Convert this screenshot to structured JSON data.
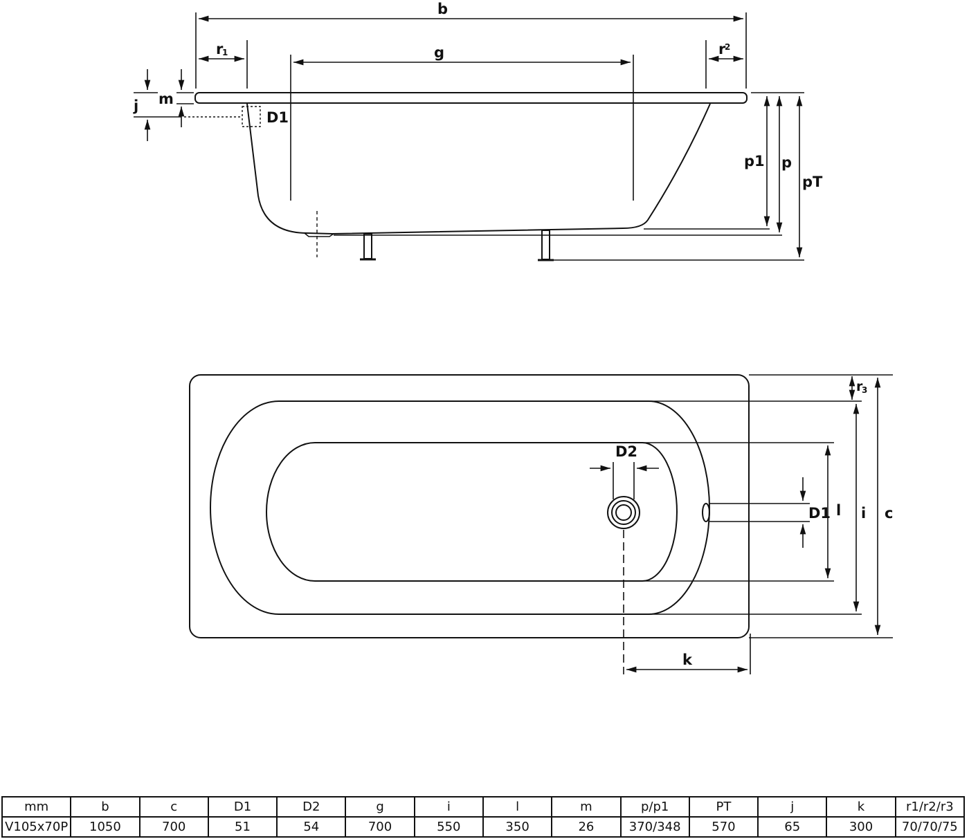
{
  "labels": {
    "b": "b",
    "r1": "r",
    "r1_sub": "1",
    "r2": "r",
    "r2_sup": "2",
    "g": "g",
    "m": "m",
    "j": "j",
    "d1": "D1",
    "p1": "p1",
    "p": "p",
    "pt": "pT",
    "r3": "r",
    "r3_sub": "3",
    "d2": "D2",
    "d1_plan": "D1",
    "l": "l",
    "i": "i",
    "c": "c",
    "k": "k"
  },
  "table": {
    "headers": [
      "mm",
      "b",
      "c",
      "D1",
      "D2",
      "g",
      "i",
      "l",
      "m",
      "p/p1",
      "PT",
      "j",
      "k",
      "r1/r2/r3"
    ],
    "rows": [
      [
        "V105x70P",
        "1050",
        "700",
        "51",
        "54",
        "700",
        "550",
        "350",
        "26",
        "370/348",
        "570",
        "65",
        "300",
        "70/70/75"
      ]
    ]
  }
}
